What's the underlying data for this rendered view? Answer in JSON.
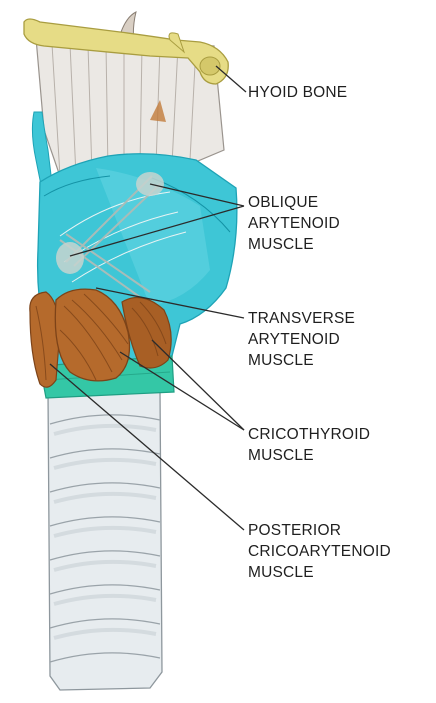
{
  "labels": {
    "hyoid": [
      "HYOID BONE"
    ],
    "oblique": [
      "OBLIQUE",
      "ARYTENOID",
      "MUSCLE"
    ],
    "transverse": [
      "TRANSVERSE",
      "ARYTENOID",
      "MUSCLE"
    ],
    "cricothyroid": [
      "CRICOTHYROID",
      "MUSCLE"
    ],
    "posterior": [
      "POSTERIOR",
      "CRICOARYTENOID",
      "MUSCLE"
    ]
  },
  "colors": {
    "cartilage": "#3ec6d6",
    "cartilage_dark": "#1ea3b6",
    "bone": "#e6dc86",
    "muscle": "#b56a2c",
    "muscle_dark": "#7d4318",
    "cricoid_band": "#34c7a6",
    "trachea": "#e7ecef",
    "trachea_line": "#8e979d",
    "membrane": "#ebe8e4",
    "leader": "#2b2b2b"
  }
}
